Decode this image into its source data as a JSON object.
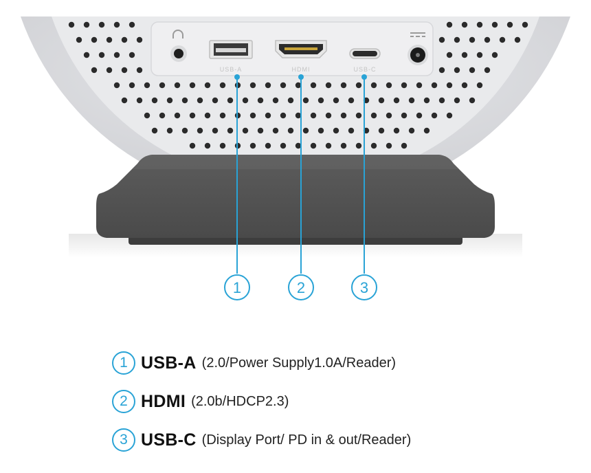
{
  "device_ports": {
    "headphone_icon": "headphone-icon",
    "port_labels": [
      "USB-A",
      "HDMI",
      "USB-C"
    ],
    "dc_icon": "dc-power-icon"
  },
  "callouts": [
    {
      "number": "1",
      "name": "USB-A",
      "detail": "(2.0/Power Supply1.0A/Reader)"
    },
    {
      "number": "2",
      "name": "HDMI",
      "detail": "(2.0b/HDCP2.3)"
    },
    {
      "number": "3",
      "name": "USB-C",
      "detail": "(Display Port/ PD in & out/Reader)"
    }
  ],
  "colors": {
    "accent": "#29a3d6",
    "housing": "#dcdde0",
    "panel": "#ececee",
    "stand": "#545454",
    "vent_hole": "#2b2b2b"
  }
}
